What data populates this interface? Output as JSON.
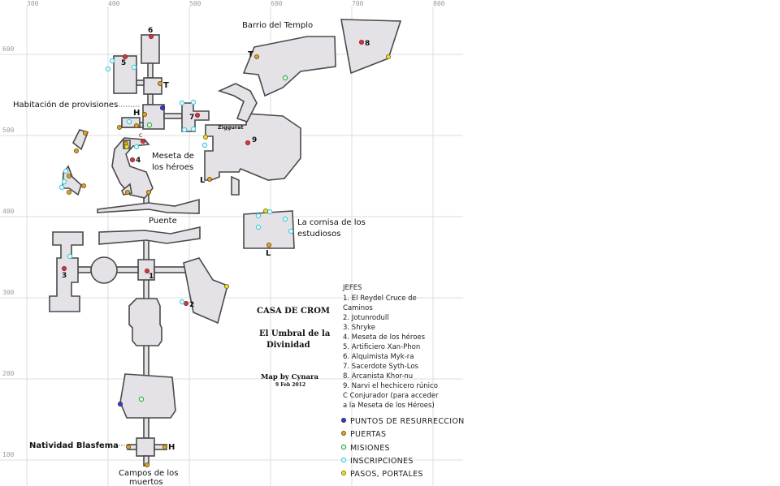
{
  "axis": {
    "x_ticks": [
      "300",
      "400",
      "500",
      "600",
      "700",
      "800"
    ],
    "y_ticks": [
      "600",
      "500",
      "400",
      "300",
      "200",
      "100"
    ]
  },
  "colors": {
    "room_fill": "#e4e2e6",
    "room_stroke": "#4a4a4a",
    "resurrection": "#3a3ad0",
    "door": "#e0a020",
    "mission": "#30b040",
    "inscription": "#40d0e0",
    "portal": "#e8e020",
    "boss_marker": "#e03040"
  },
  "labels": {
    "barrio": "Barrio del Templo",
    "provisiones": "Habitación de provisiones",
    "meseta_1": "Meseta de",
    "meseta_2": "los héroes",
    "puente": "Puente",
    "cornisa_1": "La cornisa de los",
    "cornisa_2": "estudiosos",
    "ziggurat": "Ziggurat",
    "natividad": "Natividad Blasfema",
    "campos_1": "Campos de los",
    "campos_2": "muertos",
    "h_top": "H",
    "h_bottom": "H",
    "t_left": "T",
    "t_right": "T",
    "l_left": "L",
    "l_bottom": "L",
    "c_mark": "C",
    "n1": "1",
    "n2": "2",
    "n3": "3",
    "n4": "4",
    "n5": "5",
    "n6": "6",
    "n7": "7",
    "n8": "8",
    "n9": "9"
  },
  "info": {
    "title": "CASA DE CROM",
    "subtitle_1": "El Umbral de la",
    "subtitle_2": "Divinidad",
    "credit": "Map by Cynara",
    "date": "9 Feb 2012"
  },
  "bosses": {
    "heading": "JEFES",
    "items": [
      "1. El Reydel Cruce de",
      "Caminos",
      "2. Jotunrodull",
      "3. Shryke",
      "4. Meseta de los héroes",
      "5. Artificiero Xan-Phon",
      "6. Alquimista Myk-ra",
      "7. Sacerdote Syth-Los",
      "8. Arcanista Khor-nu",
      "9. Narvi el hechicero rúnico",
      "C Conjurador (para acceder",
      "a la Meseta de los Héroes)"
    ]
  },
  "legend": {
    "resurrection": "PUNTOS DE RESURRECCION",
    "doors": "PUERTAS",
    "missions": "MISIONES",
    "inscriptions": "INSCRIPCIONES",
    "portals": "PASOS, PORTALES"
  }
}
